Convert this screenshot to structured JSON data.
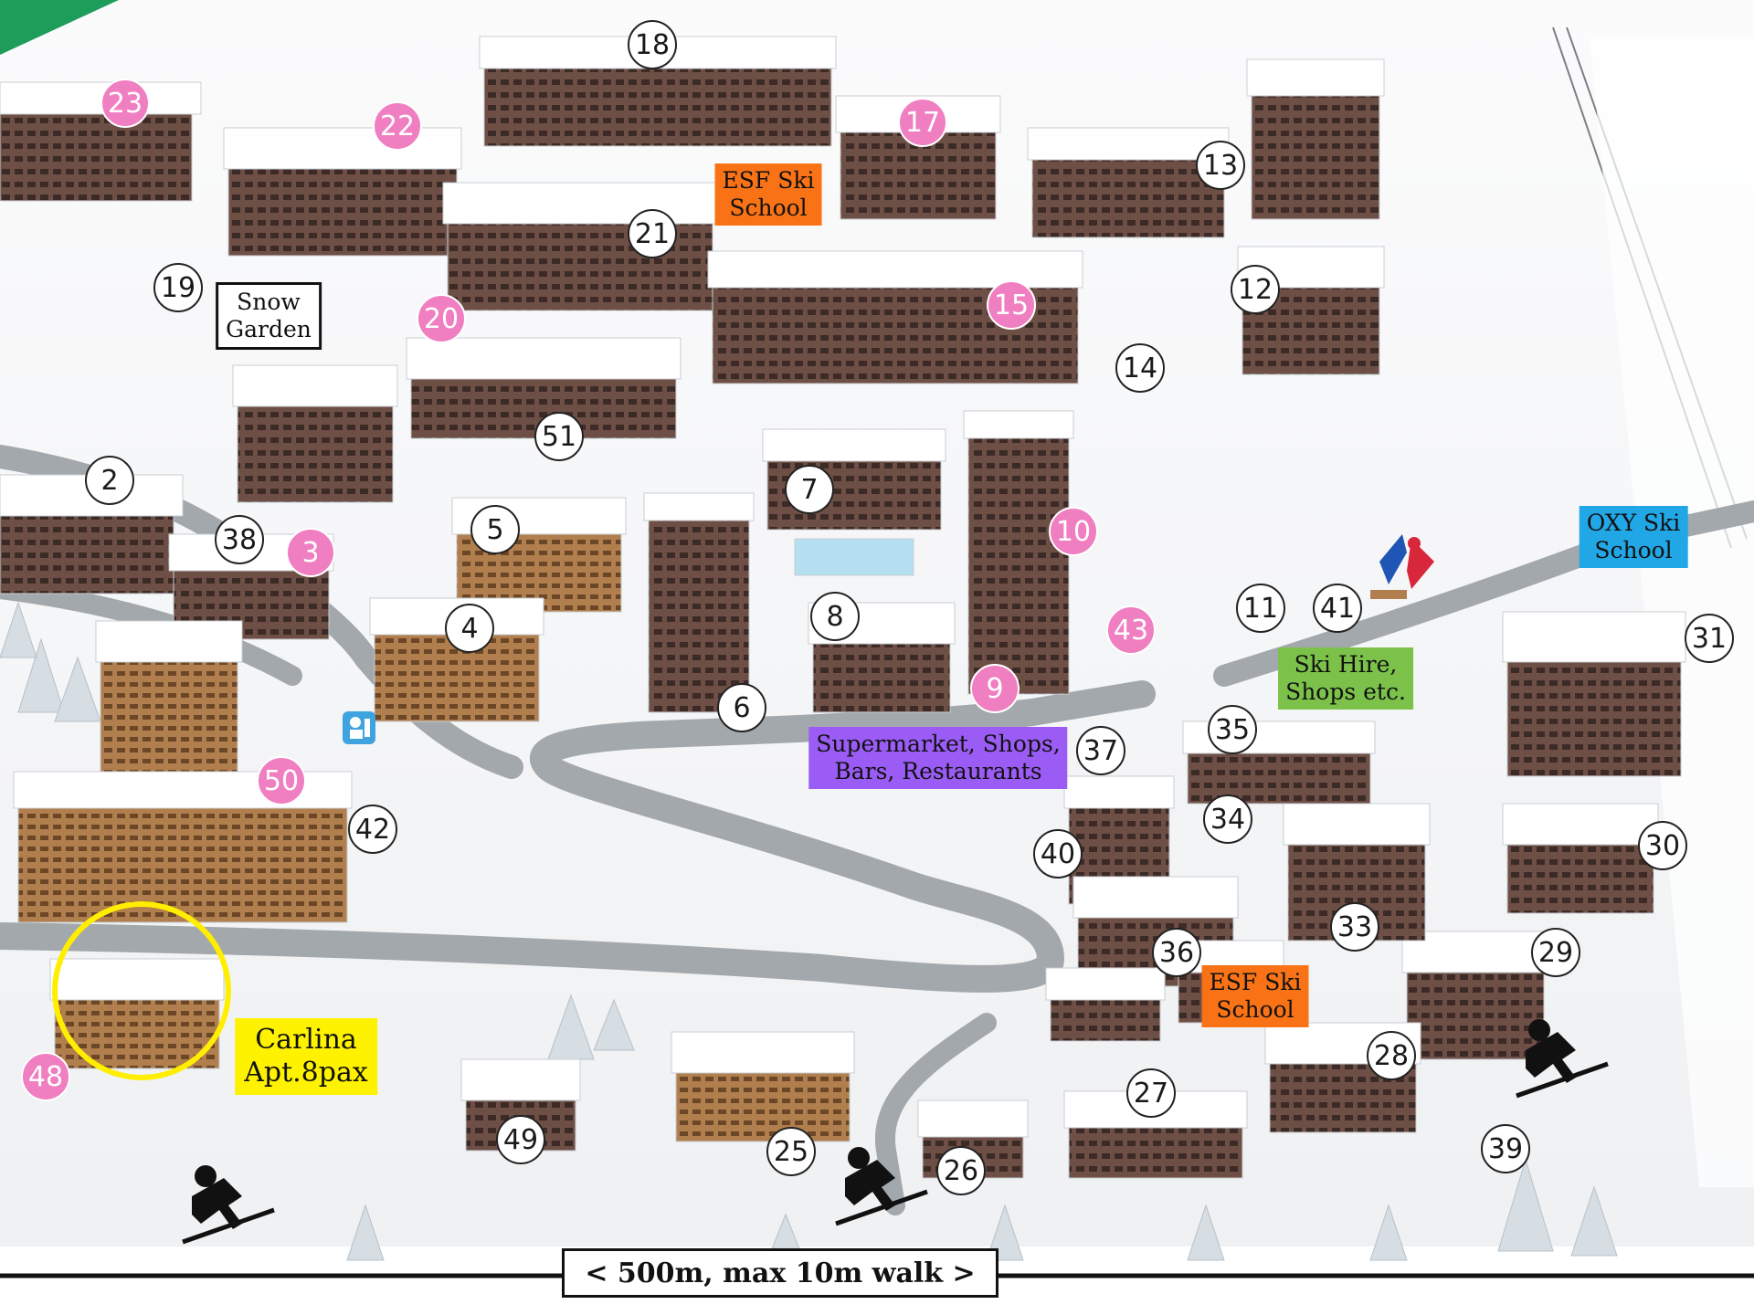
{
  "building_markers": [
    {
      "number": "18",
      "style": "white"
    },
    {
      "number": "23",
      "style": "pink"
    },
    {
      "number": "22",
      "style": "pink"
    },
    {
      "number": "17",
      "style": "pink"
    },
    {
      "number": "13",
      "style": "white"
    },
    {
      "number": "21",
      "style": "white"
    },
    {
      "number": "19",
      "style": "white"
    },
    {
      "number": "20",
      "style": "pink"
    },
    {
      "number": "15",
      "style": "pink"
    },
    {
      "number": "12",
      "style": "white"
    },
    {
      "number": "14",
      "style": "white"
    },
    {
      "number": "51",
      "style": "white"
    },
    {
      "number": "2",
      "style": "white"
    },
    {
      "number": "7",
      "style": "white"
    },
    {
      "number": "10",
      "style": "pink"
    },
    {
      "number": "38",
      "style": "white"
    },
    {
      "number": "3",
      "style": "pink"
    },
    {
      "number": "5",
      "style": "white"
    },
    {
      "number": "8",
      "style": "white"
    },
    {
      "number": "11",
      "style": "white"
    },
    {
      "number": "41",
      "style": "white"
    },
    {
      "number": "43",
      "style": "pink"
    },
    {
      "number": "31",
      "style": "white"
    },
    {
      "number": "4",
      "style": "white"
    },
    {
      "number": "6",
      "style": "white"
    },
    {
      "number": "9",
      "style": "pink"
    },
    {
      "number": "35",
      "style": "white"
    },
    {
      "number": "37",
      "style": "white"
    },
    {
      "number": "50",
      "style": "pink"
    },
    {
      "number": "42",
      "style": "white"
    },
    {
      "number": "34",
      "style": "white"
    },
    {
      "number": "40",
      "style": "white"
    },
    {
      "number": "30",
      "style": "white"
    },
    {
      "number": "33",
      "style": "white"
    },
    {
      "number": "29",
      "style": "white"
    },
    {
      "number": "36",
      "style": "white"
    },
    {
      "number": "28",
      "style": "white"
    },
    {
      "number": "27",
      "style": "white"
    },
    {
      "number": "48",
      "style": "pink"
    },
    {
      "number": "49",
      "style": "white"
    },
    {
      "number": "25",
      "style": "white"
    },
    {
      "number": "26",
      "style": "white"
    },
    {
      "number": "39",
      "style": "white"
    }
  ],
  "place_labels": {
    "esf_top": {
      "lines": [
        "ESF Ski",
        "School"
      ]
    },
    "snow_garden": {
      "lines": [
        "Snow",
        "Garden"
      ]
    },
    "oxy": {
      "lines": [
        "OXY Ski",
        "School"
      ]
    },
    "ski_hire": {
      "lines": [
        "Ski Hire,",
        "Shops etc."
      ]
    },
    "supermarket": {
      "lines": [
        "Supermarket, Shops,",
        "Bars, Restaurants"
      ]
    },
    "esf_bottom": {
      "lines": [
        "ESF Ski",
        "School"
      ]
    },
    "carlina": {
      "lines": [
        "Carlina",
        "Apt.8pax"
      ]
    }
  },
  "scale_bar": {
    "text": "< 500m, max 10m walk >"
  },
  "colors": {
    "pink_marker": "#f07fc1",
    "esf_orange": "#f97316",
    "oxy_blue": "#22a7e6",
    "ski_hire_green": "#7cc24a",
    "supermarket_purple": "#9b5cf5",
    "carlina_yellow": "#fff200",
    "highlight_ring": "#ffee00",
    "road_grey": "#a3a8ac",
    "snow": "#f4f5f7"
  },
  "icons": [
    "skier-icon",
    "info-point-icon",
    "esf-logo-icon",
    "highlight-ring-icon"
  ]
}
